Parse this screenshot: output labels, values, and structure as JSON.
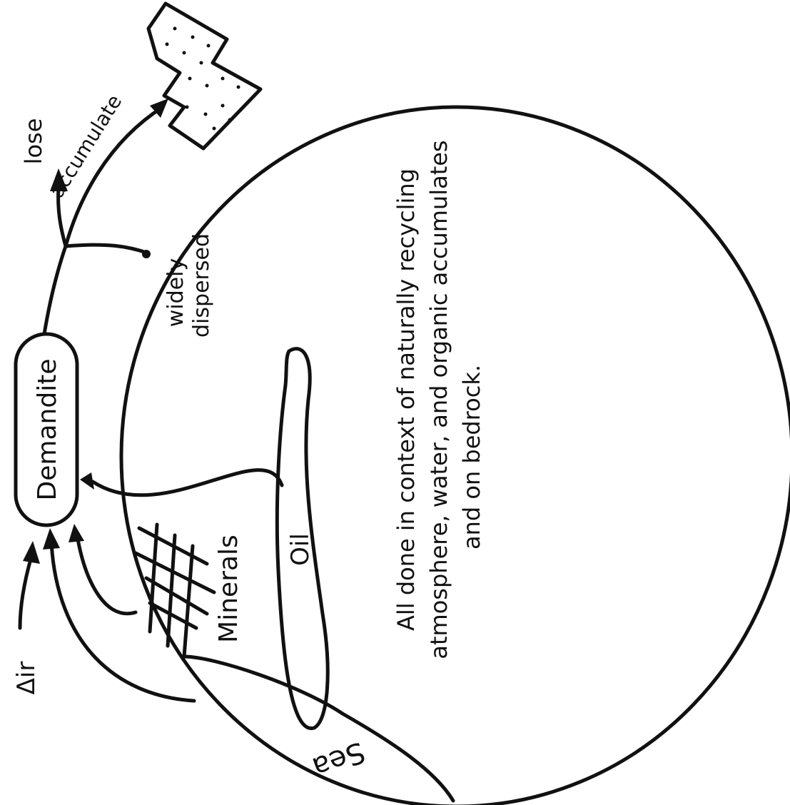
{
  "labels": {
    "demandite": "Demandite",
    "air": "Δir",
    "lose": "lose",
    "accumulate": "accumulate",
    "widely": "widely",
    "dispersed": "dispersed",
    "oil": "Oil",
    "minerals": "Minerals",
    "sea": "Sea"
  },
  "note": {
    "line1": "All done in context of naturally recycling",
    "line2": "atmosphere, water, and organic accumulates",
    "line3": "and on bedrock."
  }
}
